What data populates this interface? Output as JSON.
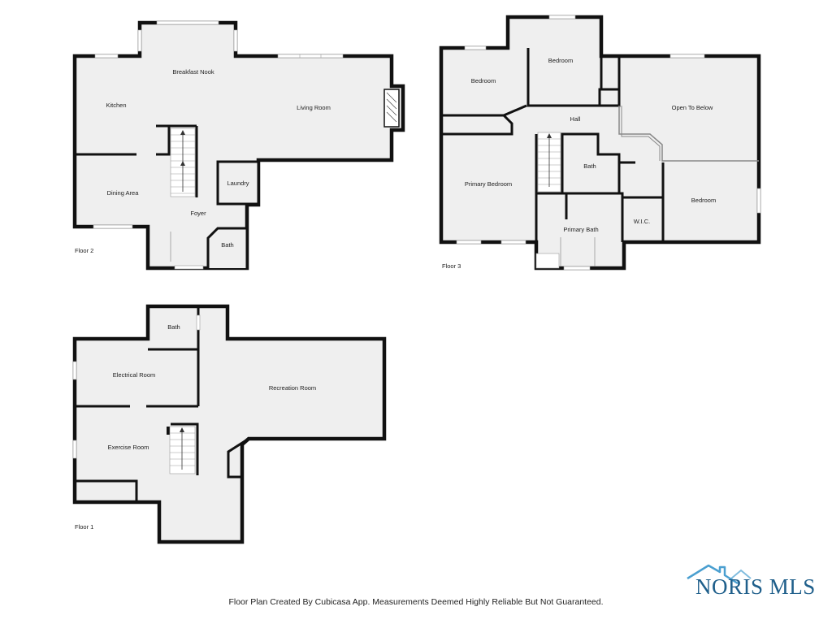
{
  "floors": [
    {
      "label": "Floor 2",
      "rooms": {
        "breakfast_nook": "Breakfast Nook",
        "kitchen": "Kitchen",
        "living_room": "Living Room",
        "laundry": "Laundry",
        "dining_area": "Dining Area",
        "foyer": "Foyer",
        "bath": "Bath"
      }
    },
    {
      "label": "Floor 3",
      "rooms": {
        "bedroom_1": "Bedroom",
        "bedroom_2": "Bedroom",
        "open_to_below": "Open To Below",
        "hall": "Hall",
        "bath": "Bath",
        "primary_bedroom": "Primary Bedroom",
        "bedroom_3": "Bedroom",
        "wic": "W.I.C.",
        "primary_bath": "Primary Bath"
      }
    },
    {
      "label": "Floor 1",
      "rooms": {
        "bath": "Bath",
        "electrical_room": "Electrical Room",
        "recreation_room": "Recreation Room",
        "exercise_room": "Exercise Room"
      }
    }
  ],
  "footer": {
    "disclaimer": "Floor Plan Created By Cubicasa App. Measurements Deemed Highly Reliable But Not Guaranteed."
  },
  "logo": {
    "text": "NORIS MLS",
    "color": "#1f5f8b"
  },
  "colors": {
    "wall": "#111111",
    "floor_fill": "#efefef",
    "background": "#ffffff"
  }
}
